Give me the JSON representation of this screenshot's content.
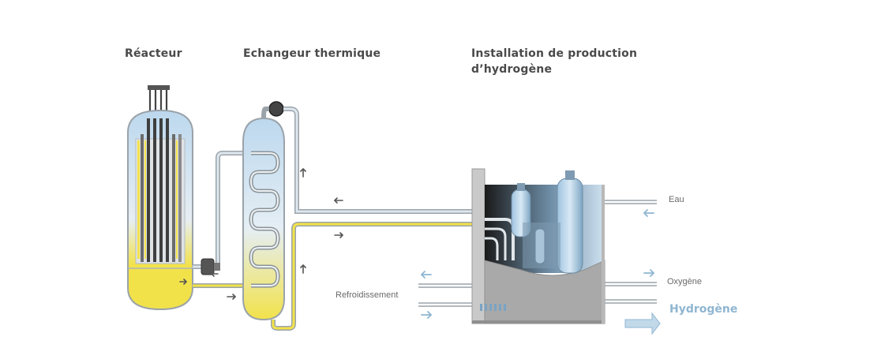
{
  "titles": {
    "reactor": "Réacteur",
    "exchanger": "Echangeur thermique",
    "installation_line1": "Installation de production",
    "installation_line2": "d’hydrogène"
  },
  "labels": {
    "water": "Eau",
    "oxygen": "Oxygène",
    "cooling": "Refroidissement",
    "hydrogen": "Hydrogène"
  },
  "colors": {
    "hot_yellow": "#f2e24a",
    "cold_blue": "#bcd8ee",
    "pipe_grey": "#9aa3aa",
    "arrow": "#555555",
    "output_blue": "#8fb6d2"
  }
}
